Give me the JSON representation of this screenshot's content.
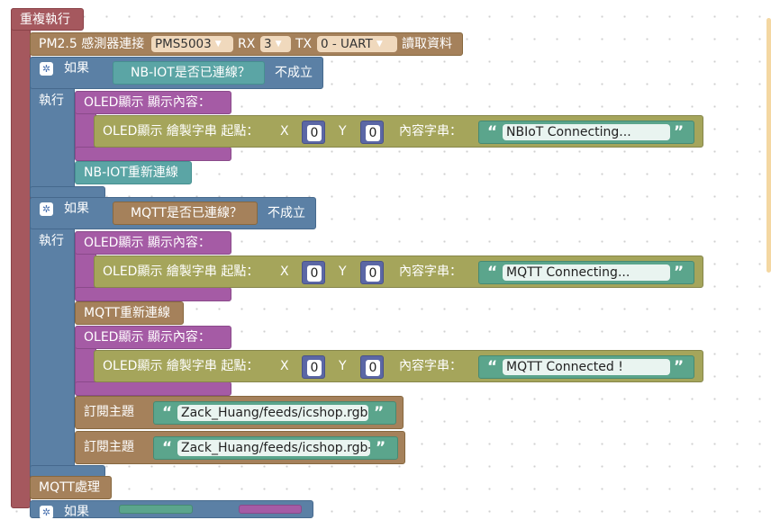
{
  "loop": {
    "label": "重複執行"
  },
  "pm25": {
    "label": "PM2.5 感測器連接",
    "sensor": "PMS5003",
    "rx_label": "RX",
    "rx": "3",
    "tx_label": "TX",
    "tx": "0 - UART",
    "read_label": "讀取資料"
  },
  "if1": {
    "if_label": "如果",
    "cond": "NB-IOT是否已連線？",
    "not_label": "不成立",
    "do_label": "執行"
  },
  "oled1": {
    "label": "OLED顯示  顯示內容：",
    "draw_label": "OLED顯示  繪製字串 起點：",
    "x_label": "X",
    "x": "0",
    "y_label": "Y",
    "y": "0",
    "content_label": "內容字串：",
    "text": "NBIoT Connecting..."
  },
  "nbiot_reconnect": {
    "label": "NB-IOT重新連線"
  },
  "if2": {
    "if_label": "如果",
    "cond": "MQTT是否已連線？",
    "not_label": "不成立",
    "do_label": "執行"
  },
  "oled2": {
    "label": "OLED顯示  顯示內容：",
    "draw_label": "OLED顯示  繪製字串 起點：",
    "x_label": "X",
    "x": "0",
    "y_label": "Y",
    "y": "0",
    "content_label": "內容字串：",
    "text": "MQTT Connecting..."
  },
  "mqtt_reconnect": {
    "label": "MQTT重新連線"
  },
  "oled3": {
    "label": "OLED顯示  顯示內容：",
    "draw_label": "OLED顯示  繪製字串 起點：",
    "x_label": "X",
    "x": "0",
    "y_label": "Y",
    "y": "0",
    "content_label": "內容字串：",
    "text": "MQTT Connected !"
  },
  "subscribe1": {
    "label": "訂閱主題",
    "topic": "Zack_Huang/feeds/icshop.rgb-l"
  },
  "subscribe2": {
    "label": "訂閱主題",
    "topic": "Zack_Huang/feeds/icshop.rgb-r"
  },
  "mqtt_handle": {
    "label": "MQTT處理"
  },
  "if3": {
    "if_label": "如果"
  },
  "quote_open": "“",
  "quote_close": "”",
  "dropdown_arrow": "▼",
  "gear_glyph": "✲",
  "colors": {
    "loop": "#a5585e",
    "brown": "#a5815b",
    "logic": "#5b80a5",
    "oled": "#a55ba5",
    "olive": "#a5a55b",
    "text": "#5ba58c",
    "math": "#5b67a5"
  }
}
